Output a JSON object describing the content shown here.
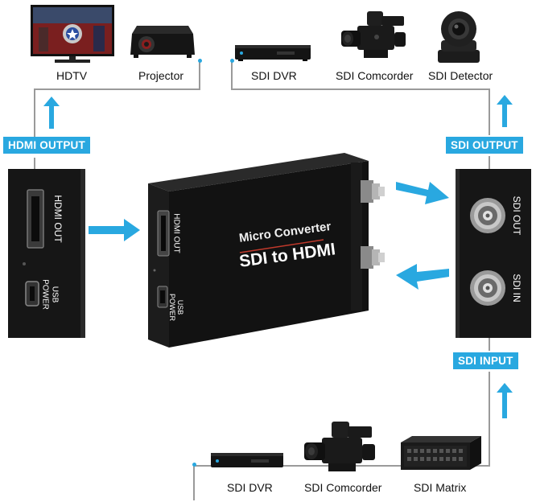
{
  "top_left_devices": [
    {
      "label": "HDTV"
    },
    {
      "label": "Projector"
    }
  ],
  "top_right_devices": [
    {
      "label": "SDI DVR"
    },
    {
      "label": "SDI Comcorder"
    },
    {
      "label": "SDI Detector"
    }
  ],
  "bottom_devices": [
    {
      "label": "SDI DVR"
    },
    {
      "label": "SDI Comcorder"
    },
    {
      "label": "SDI Matrix"
    }
  ],
  "badges": {
    "hdmi_output": "HDMI OUTPUT",
    "sdi_output": "SDI OUTPUT",
    "sdi_input": "SDI INPUT"
  },
  "converter": {
    "line1": "Micro Converter",
    "line2": "SDI to HDMI",
    "port_hdmi_out": "HDMI OUT",
    "port_usb_power_1": "USB",
    "port_usb_power_2": "POWER"
  },
  "left_panel": {
    "port_hdmi_out": "HDMI OUT",
    "port_usb_1": "USB",
    "port_usb_2": "POWER"
  },
  "right_panel": {
    "port_sdi_out": "SDI OUT",
    "port_sdi_in": "SDI IN"
  },
  "colors": {
    "accent": "#29a8e0",
    "device_body": "#1a1a1a",
    "line": "#9a9a9a"
  }
}
